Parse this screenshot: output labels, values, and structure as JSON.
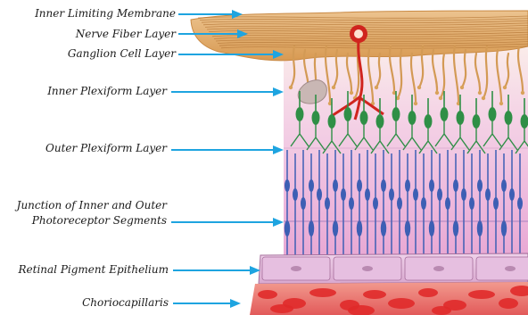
{
  "labels": {
    "ilm": "Inner Limiting Membrane",
    "nfl": "Nerve Fiber Layer",
    "gcl": "Ganglion Cell Layer",
    "ipl": "Inner Plexiform Layer",
    "opl": "Outer Plexiform Layer",
    "junction_line1": "Junction of Inner and Outer",
    "junction_line2": "Photoreceptor Segments",
    "rpe": "Retinal Pigment Epithelium",
    "cc": "Choriocapillaris"
  },
  "colors": {
    "arrow": "#1ea4e0",
    "nerve_fiber": "#d9a25a",
    "vessel": "#d0241e",
    "bipolar_cell": "#2f8f46",
    "photoreceptor": "#3d5fb4",
    "rpe_cell": "#e6bfe0",
    "choriocapillaris": "#e86a6a",
    "blood_cell": "#e02a2a"
  }
}
